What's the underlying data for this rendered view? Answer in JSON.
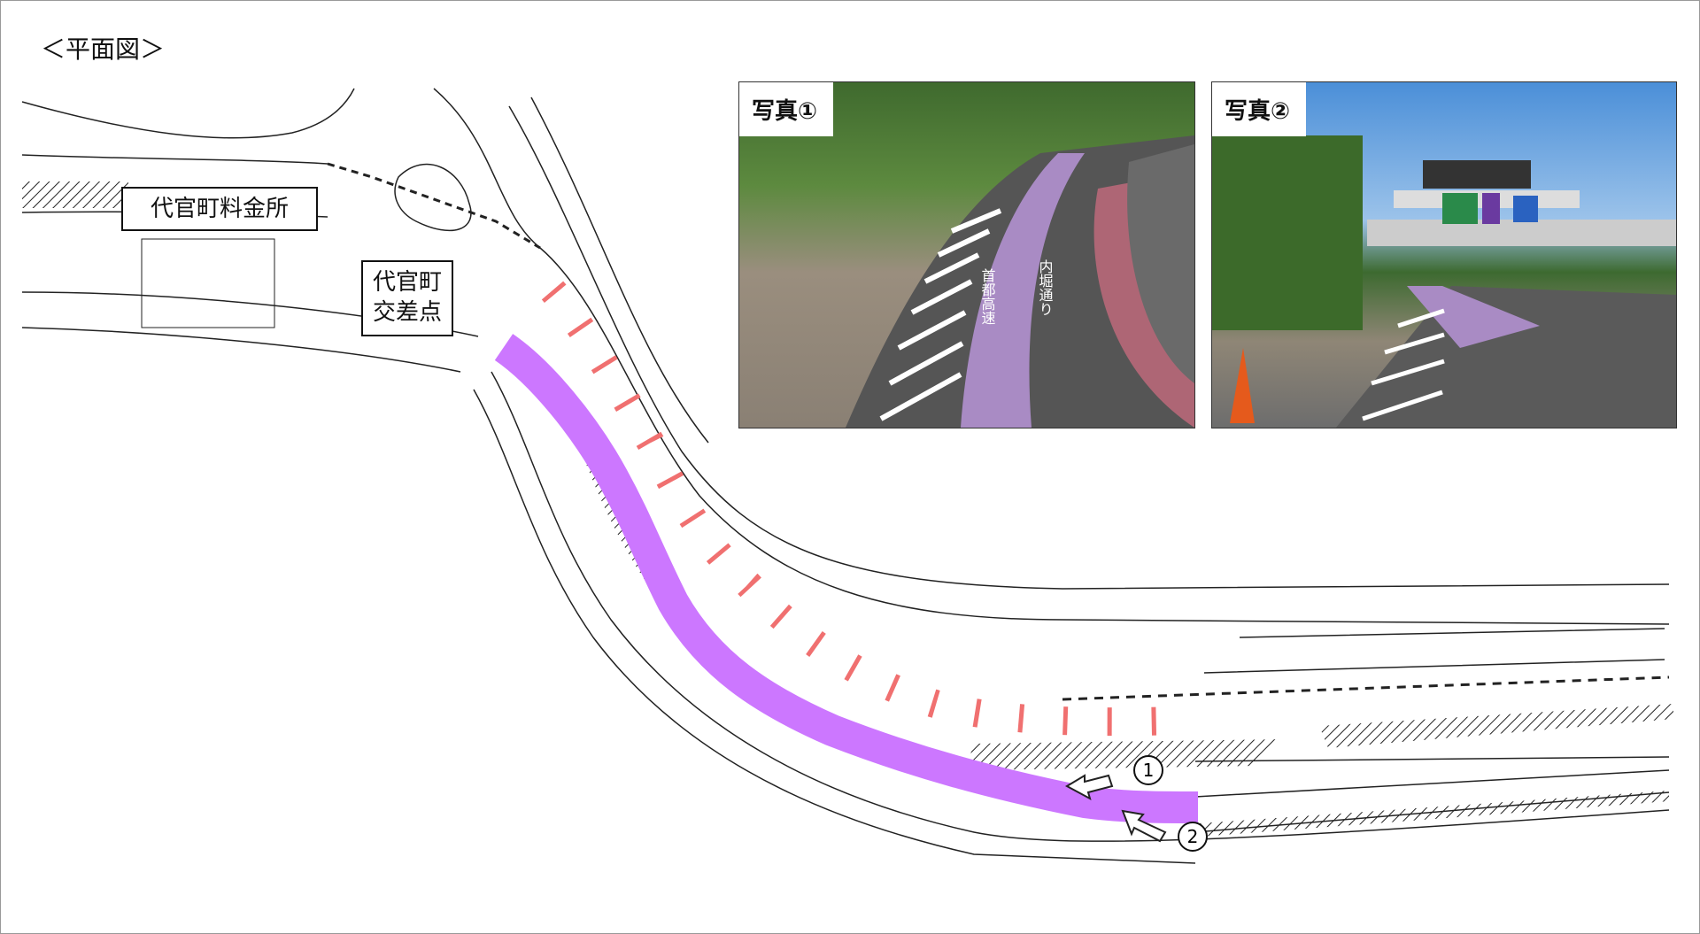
{
  "title": "＜平面図＞",
  "labels": {
    "tollgate": "代官町料金所",
    "intersection_line1": "代官町",
    "intersection_line2": "交差点"
  },
  "photos": [
    {
      "label": "写真①",
      "road_markings": [
        "首都高速",
        "内堀通り"
      ]
    },
    {
      "label": "写真②"
    }
  ],
  "markers": [
    "1",
    "2"
  ],
  "colors": {
    "purple_lane": "#cc77ff",
    "red_stripes": "#f07070",
    "photo_purple_lane": "#a98bc4"
  }
}
